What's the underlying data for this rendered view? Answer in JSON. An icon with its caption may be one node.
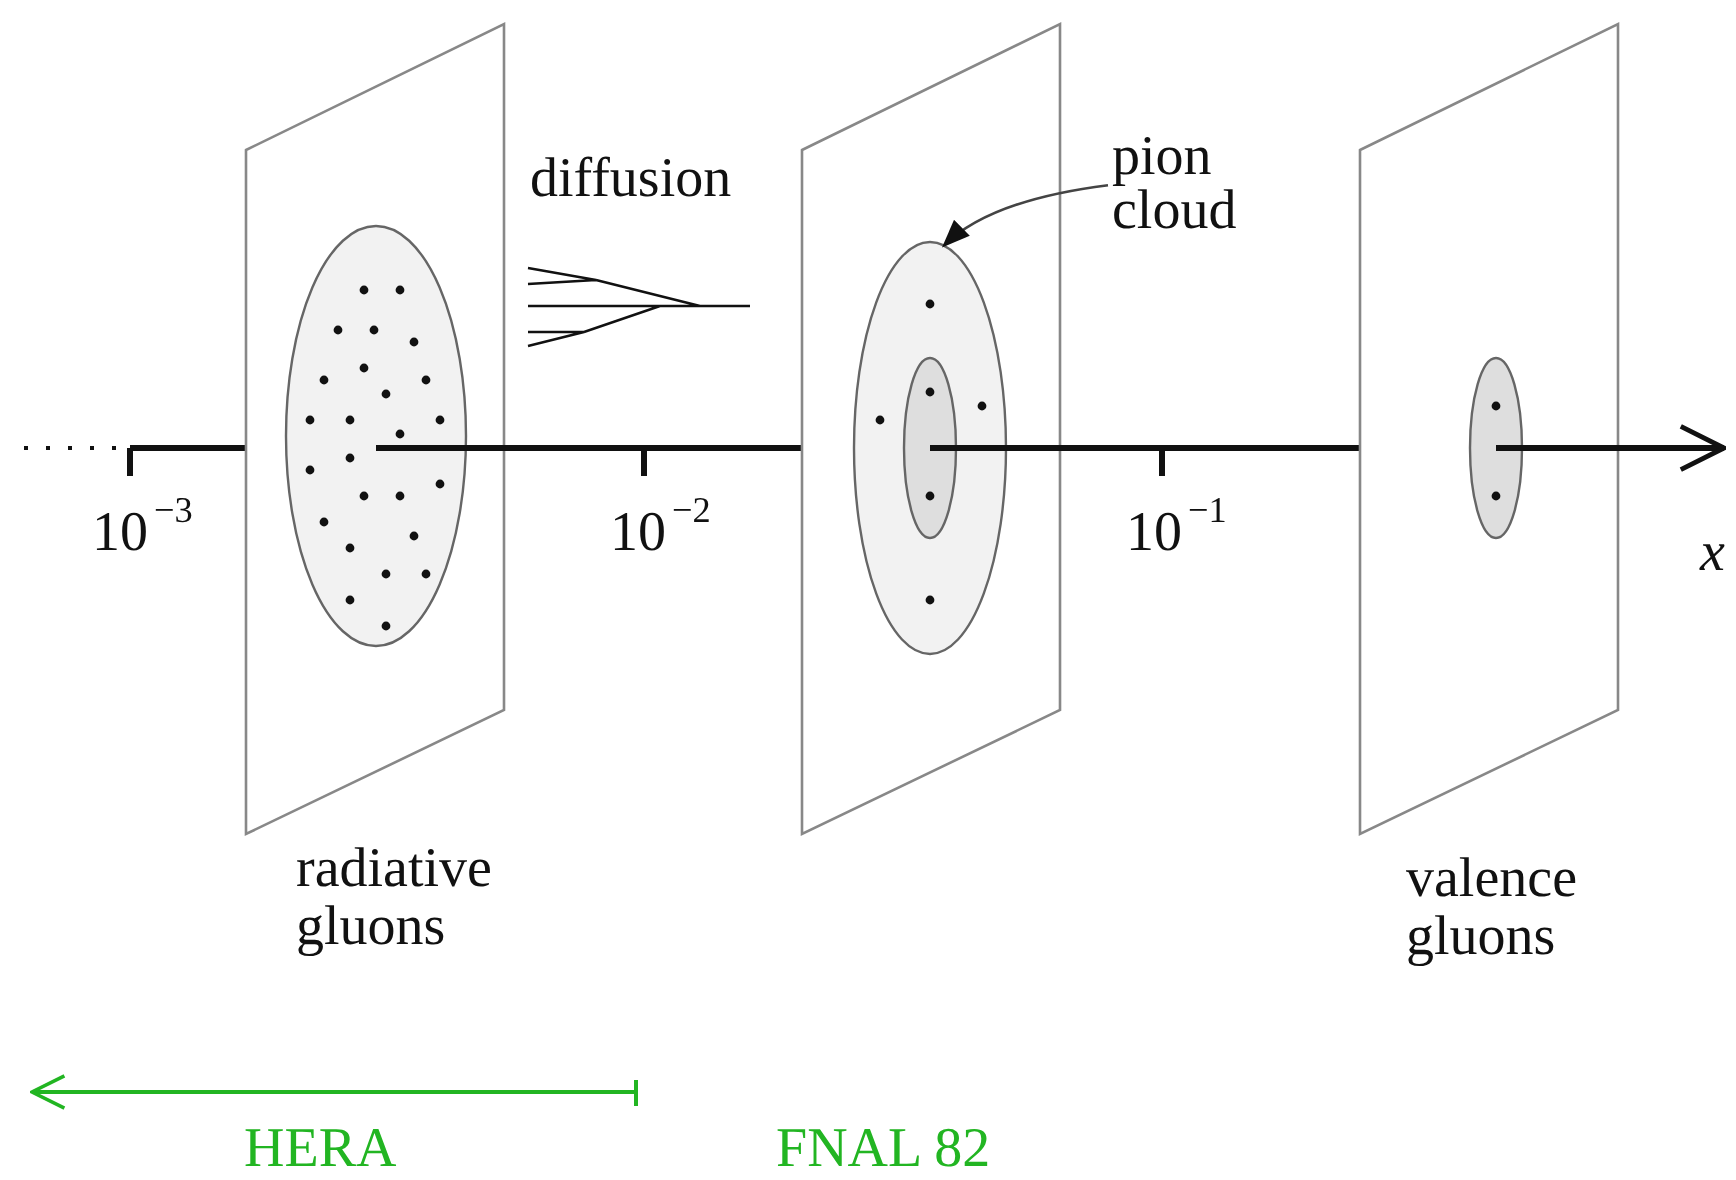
{
  "diagram": {
    "nodes": [
      {
        "text": [
          "pion cloud"
        ]
      },
      {
        "text": [],
        "shape": "circle"
      }
    ],
    "edges": [
      {
        "from": 0,
        "to": 1,
        "arrow": "to"
      }
    ],
    "labels": [
      "diffusion",
      "10$^{−3}$",
      "10$^{−2}$",
      "10$^{−1}$",
      "x",
      "radiative gluons",
      "valence gluons",
      "HERA",
      "FNAL 82"
    ]
  }
}
